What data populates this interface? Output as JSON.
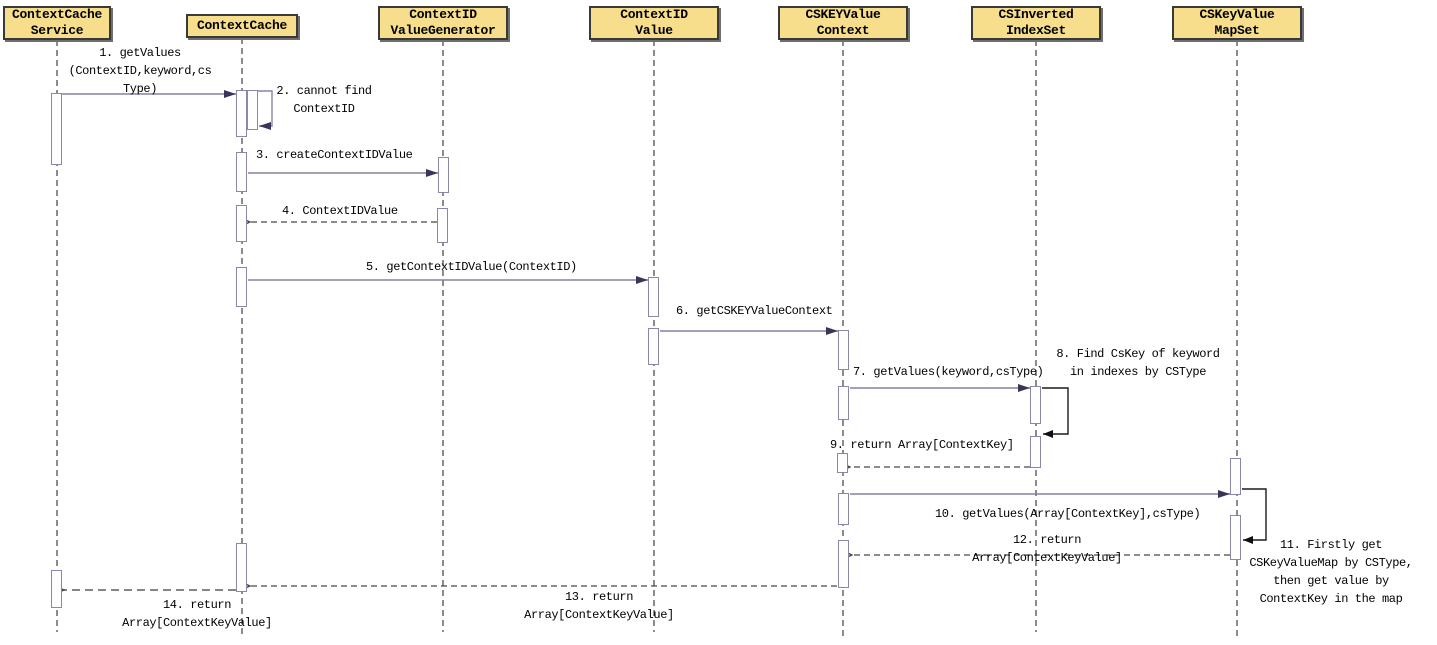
{
  "diagram": {
    "type": "uml-sequence-diagram",
    "colors": {
      "actor_fill": "#F6DE8D",
      "actor_border": "#393939",
      "call_line": "#8780A0",
      "call_arrowhead": "#3B3456",
      "return_line": "#474747",
      "self_line": "#1B1B1B",
      "activation_border": "#8E86A8",
      "lifeline": "#3F3F3F"
    },
    "actors": [
      {
        "id": "context-cache-service",
        "label": "ContextCache\nService"
      },
      {
        "id": "context-cache",
        "label": "ContextCache"
      },
      {
        "id": "context-id-value-generator",
        "label": "ContextID\nValueGenerator"
      },
      {
        "id": "context-id-value",
        "label": "ContextID\nValue"
      },
      {
        "id": "cskey-value-context",
        "label": "CSKEYValue\nContext"
      },
      {
        "id": "cs-inverted-index-set",
        "label": "CSInverted\nIndexSet"
      },
      {
        "id": "cskey-value-map-set",
        "label": "CSKeyValue\nMapSet"
      }
    ],
    "messages": [
      {
        "num": 1,
        "kind": "call",
        "from": "context-cache-service",
        "to": "context-cache",
        "label": "1. getValues\n(ContextID,keyword,cs\nType)"
      },
      {
        "num": 2,
        "kind": "self",
        "from": "context-cache",
        "to": "context-cache",
        "label": "2. cannot find\nContextID"
      },
      {
        "num": 3,
        "kind": "call",
        "from": "context-cache",
        "to": "context-id-value-generator",
        "label": "3. createContextIDValue"
      },
      {
        "num": 4,
        "kind": "return",
        "from": "context-id-value-generator",
        "to": "context-cache",
        "label": "4. ContextIDValue"
      },
      {
        "num": 5,
        "kind": "call",
        "from": "context-cache",
        "to": "context-id-value",
        "label": "5. getContextIDValue(ContextID)"
      },
      {
        "num": 6,
        "kind": "call",
        "from": "context-id-value",
        "to": "cskey-value-context",
        "label": "6. getCSKEYValueContext"
      },
      {
        "num": 7,
        "kind": "call",
        "from": "cskey-value-context",
        "to": "cs-inverted-index-set",
        "label": "7. getValues(keyword,csType)"
      },
      {
        "num": 8,
        "kind": "self",
        "from": "cs-inverted-index-set",
        "to": "cs-inverted-index-set",
        "label": "8. Find CsKey of keyword\nin indexes by CSType"
      },
      {
        "num": 9,
        "kind": "return",
        "from": "cs-inverted-index-set",
        "to": "cskey-value-context",
        "label": "9. return Array[ContextKey]"
      },
      {
        "num": 10,
        "kind": "call",
        "from": "cskey-value-context",
        "to": "cskey-value-map-set",
        "label": "10. getValues(Array[ContextKey],csType)"
      },
      {
        "num": 11,
        "kind": "self",
        "from": "cskey-value-map-set",
        "to": "cskey-value-map-set",
        "label": "11. Firstly get\nCSKeyValueMap by CSType,\nthen get value by\nContextKey in the map"
      },
      {
        "num": 12,
        "kind": "return",
        "from": "cskey-value-map-set",
        "to": "cskey-value-context",
        "label": "12. return\nArray[ContextKeyValue]"
      },
      {
        "num": 13,
        "kind": "return",
        "from": "cskey-value-context",
        "to": "context-cache",
        "label": "13. return\nArray[ContextKeyValue]"
      },
      {
        "num": 14,
        "kind": "return",
        "from": "context-cache",
        "to": "context-cache-service",
        "label": "14. return\nArray[ContextKeyValue]"
      }
    ]
  }
}
